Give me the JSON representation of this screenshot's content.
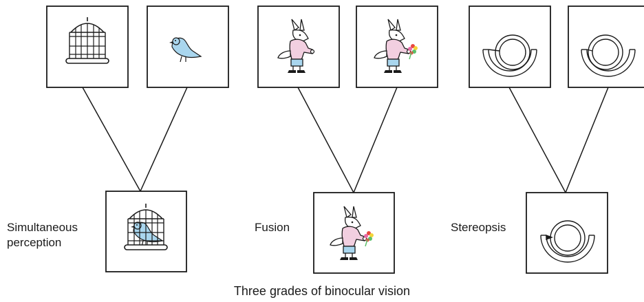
{
  "labels": {
    "simultaneous_line1": "Simultaneous",
    "simultaneous_line2": "perception",
    "fusion": "Fusion",
    "stereopsis": "Stereopsis"
  },
  "caption": "Three grades of binocular vision",
  "colors": {
    "stroke": "#1a1a1a",
    "bird": "#a9d6ee",
    "scarf": "#f2cfe0",
    "trousers": "#a9d6ee",
    "flower_red": "#e8473f",
    "flower_yellow": "#f3d43a",
    "flower_green": "#5cbf6a",
    "flower_pink": "#e96aa7"
  },
  "panels": [
    {
      "name": "simultaneous-perception",
      "left_icon": "birdcage-icon",
      "right_icon": "bird-icon",
      "result_icon": "bird-in-cage-icon"
    },
    {
      "name": "fusion",
      "left_icon": "rabbit-icon",
      "right_icon": "rabbit-with-flower-icon",
      "result_icon": "fused-rabbit-icon"
    },
    {
      "name": "stereopsis",
      "left_icon": "rings-left-icon",
      "right_icon": "rings-right-icon",
      "result_icon": "rings-depth-icon"
    }
  ]
}
